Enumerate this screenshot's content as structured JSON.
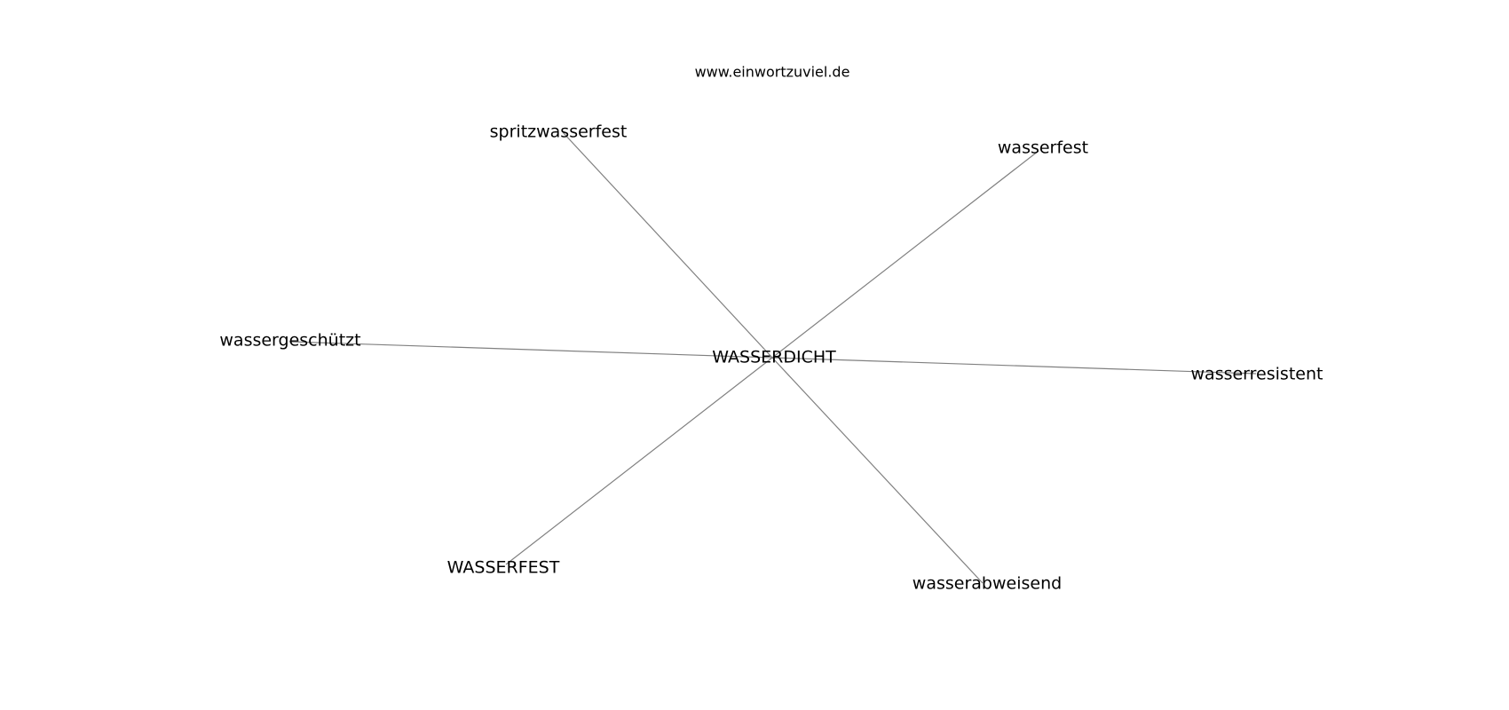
{
  "header": {
    "site": "www.einwortzuviel.de"
  },
  "graph": {
    "center": {
      "label": "WASSERDICHT"
    },
    "nodes": [
      {
        "id": "spritzwasserfest",
        "label": "spritzwasserfest"
      },
      {
        "id": "wasserfest",
        "label": "wasserfest"
      },
      {
        "id": "wassergeschuetzt",
        "label": "wassergeschützt"
      },
      {
        "id": "wasserresistent",
        "label": "wasserresistent"
      },
      {
        "id": "wasserfest-upper",
        "label": "WASSERFEST"
      },
      {
        "id": "wasserabweisend",
        "label": "wasserabweisend"
      }
    ],
    "edge_color": "#808080",
    "text_color": "#000000",
    "background": "#ffffff"
  }
}
